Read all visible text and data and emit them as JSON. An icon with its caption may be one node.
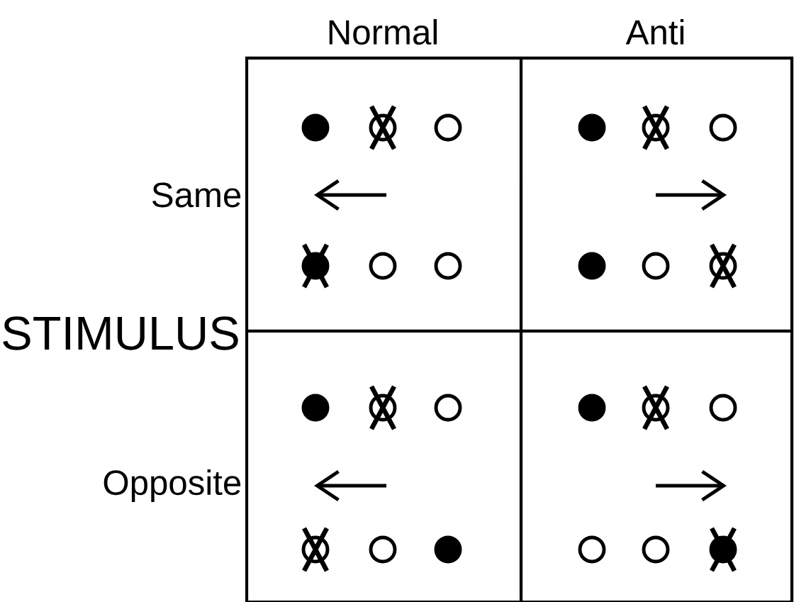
{
  "diagram": {
    "labels": [
      "Normal",
      "Anti",
      "Same",
      "STIMULUS",
      "Opposite"
    ]
  }
}
